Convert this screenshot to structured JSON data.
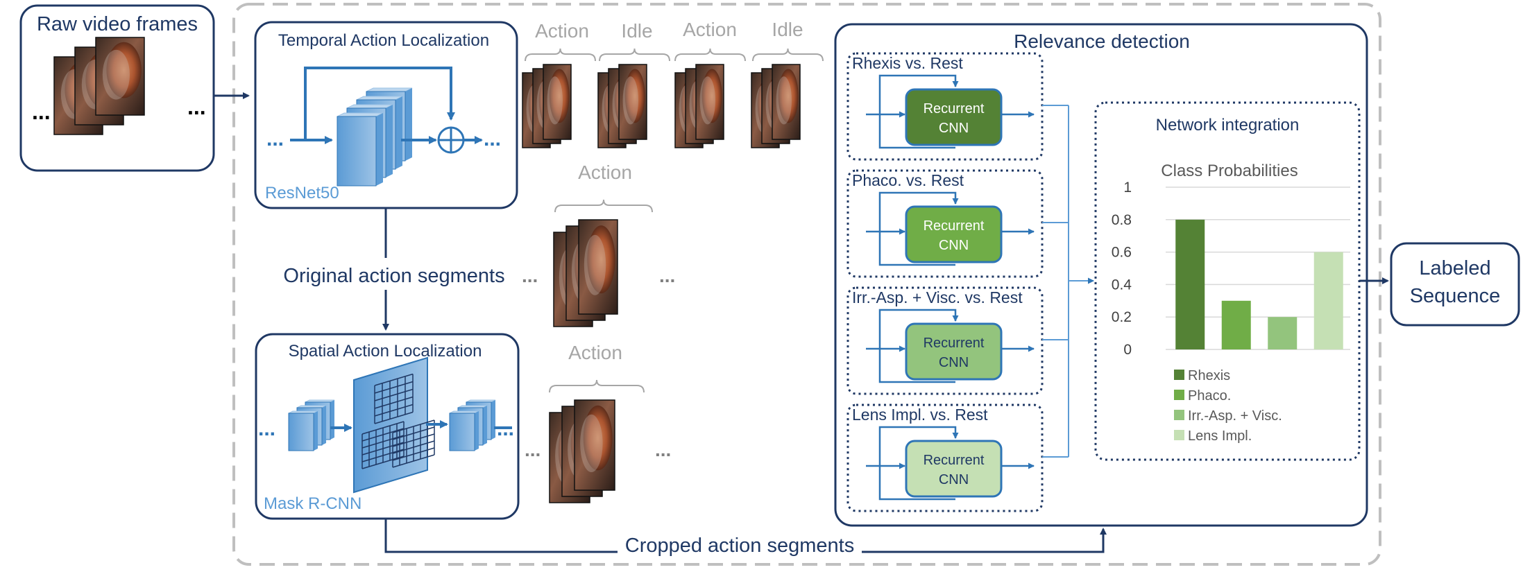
{
  "input": {
    "title": "Raw video frames",
    "ellipsis_left": "...",
    "ellipsis_right": "..."
  },
  "temporal": {
    "title": "Temporal Action Localization",
    "network": "ResNet50",
    "ellipsis_left": "...",
    "ellipsis_right": "..."
  },
  "segments": {
    "labels": [
      "Action",
      "Idle",
      "Action",
      "Idle"
    ],
    "original_action_label": "Action",
    "original_segments": "Original action segments",
    "cropped_action_label": "Action",
    "cropped_segments": "Cropped action segments",
    "ellipsis": "..."
  },
  "spatial": {
    "title": "Spatial Action Localization",
    "network": "Mask R-CNN",
    "ellipsis_left": "...",
    "ellipsis_right": "..."
  },
  "relevance": {
    "title": "Relevance detection",
    "modules": [
      {
        "title": "Rhexis vs. Rest",
        "rnn": [
          "Recurrent",
          "CNN"
        ],
        "color": "#548235"
      },
      {
        "title": "Phaco. vs. Rest",
        "rnn": [
          "Recurrent",
          "CNN"
        ],
        "color": "#70AD47"
      },
      {
        "title": "Irr.-Asp. + Visc. vs. Rest",
        "rnn": [
          "Recurrent",
          "CNN"
        ],
        "color": "#93C47D"
      },
      {
        "title": "Lens Impl. vs. Rest",
        "rnn": [
          "Recurrent",
          "CNN"
        ],
        "color": "#C5E0B4"
      }
    ]
  },
  "integration": {
    "title": "Network integration",
    "chart_data": {
      "type": "bar",
      "title": "Class Probabilities",
      "categories": [
        "Rhexis",
        "Phaco.",
        "Irr.-Asp. + Visc.",
        "Lens Impl."
      ],
      "values": [
        0.8,
        0.3,
        0.2,
        0.6
      ],
      "colors": [
        "#548235",
        "#70AD47",
        "#93C47D",
        "#C5E0B4"
      ],
      "ylim": [
        0,
        1
      ],
      "yticks": [
        "1",
        "0.8",
        "0.6",
        "0.4",
        "0.2",
        "0"
      ],
      "grid": true,
      "legend": "bottom"
    }
  },
  "output": {
    "lines": [
      "Labeled",
      "Sequence"
    ]
  },
  "colors": {
    "navy": "#1F3864",
    "blue": "#2E75B6",
    "gray": "#A6A6A6"
  }
}
